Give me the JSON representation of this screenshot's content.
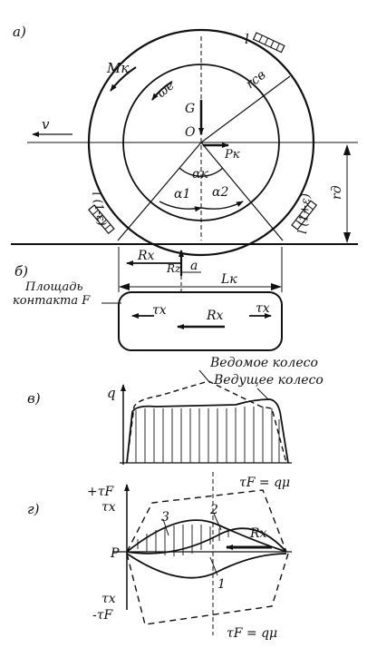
{
  "panels": {
    "a": "а)",
    "b": "б)",
    "v": "в)",
    "g": "г)"
  },
  "wheel": {
    "l_top": "l",
    "Mk": "Mк",
    "omega": "ωe",
    "rsv": "rсв",
    "G": "G",
    "O": "O",
    "v": "v",
    "Pk": "Pк",
    "alpha_k": "αк",
    "alpha1": "α1",
    "alpha2": "α2",
    "l_left": "l (1-ε)",
    "l_right": "l (1+ε)",
    "rd": "rд"
  },
  "contact": {
    "Rx": "Rx",
    "Rz": "Rz",
    "a": "a",
    "Lk": "Lк",
    "area_line1": "Площадь",
    "area_line2": "контакта F",
    "tau_left": "τx",
    "Rx_inner": "Rx",
    "tau_right": "τx"
  },
  "pressure": {
    "q": "q",
    "driven": "Ведомое колесо",
    "driving": "Ведущее колесо"
  },
  "shear": {
    "tauF_top": "+τF",
    "taux_top": "τx",
    "P": "P",
    "label3": "3",
    "label2": "2",
    "label1": "1",
    "Rx": "Rx",
    "taux_bottom": "τx",
    "tauF_bottom": "-τF",
    "eq_top": "τF = qμ",
    "eq_bottom": "τF = qμ"
  }
}
